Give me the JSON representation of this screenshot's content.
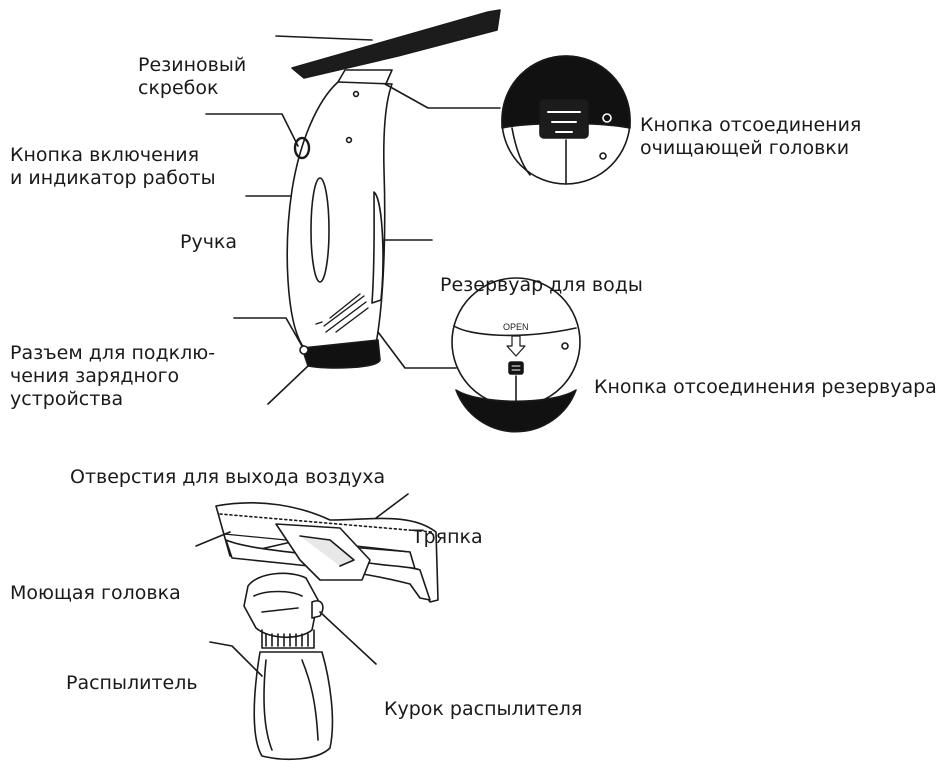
{
  "labels": {
    "scraper": [
      "Резиновый",
      "скребок"
    ],
    "power_button": [
      "Кнопка включения",
      "и индикатор работы"
    ],
    "handle": "Ручка",
    "head_release": [
      "Кнопка отсоединения",
      "очищающей головки"
    ],
    "water_tank": "Резервуар для воды",
    "charger_port": [
      "Разъем для подклю-",
      "чения зарядного",
      "устройства"
    ],
    "tank_release": "Кнопка отсоединения резервуара",
    "air_vents": "Отверстия для выхода воздуха",
    "cloth": "Тряпка",
    "wash_head": "Моющая головка",
    "sprayer": "Распылитель",
    "trigger": "Курок распылителя"
  },
  "inset_text": {
    "open": "OPEN"
  },
  "colors": {
    "line": "#1a1a1a",
    "dark": "#111111",
    "body": "#ffffff"
  }
}
